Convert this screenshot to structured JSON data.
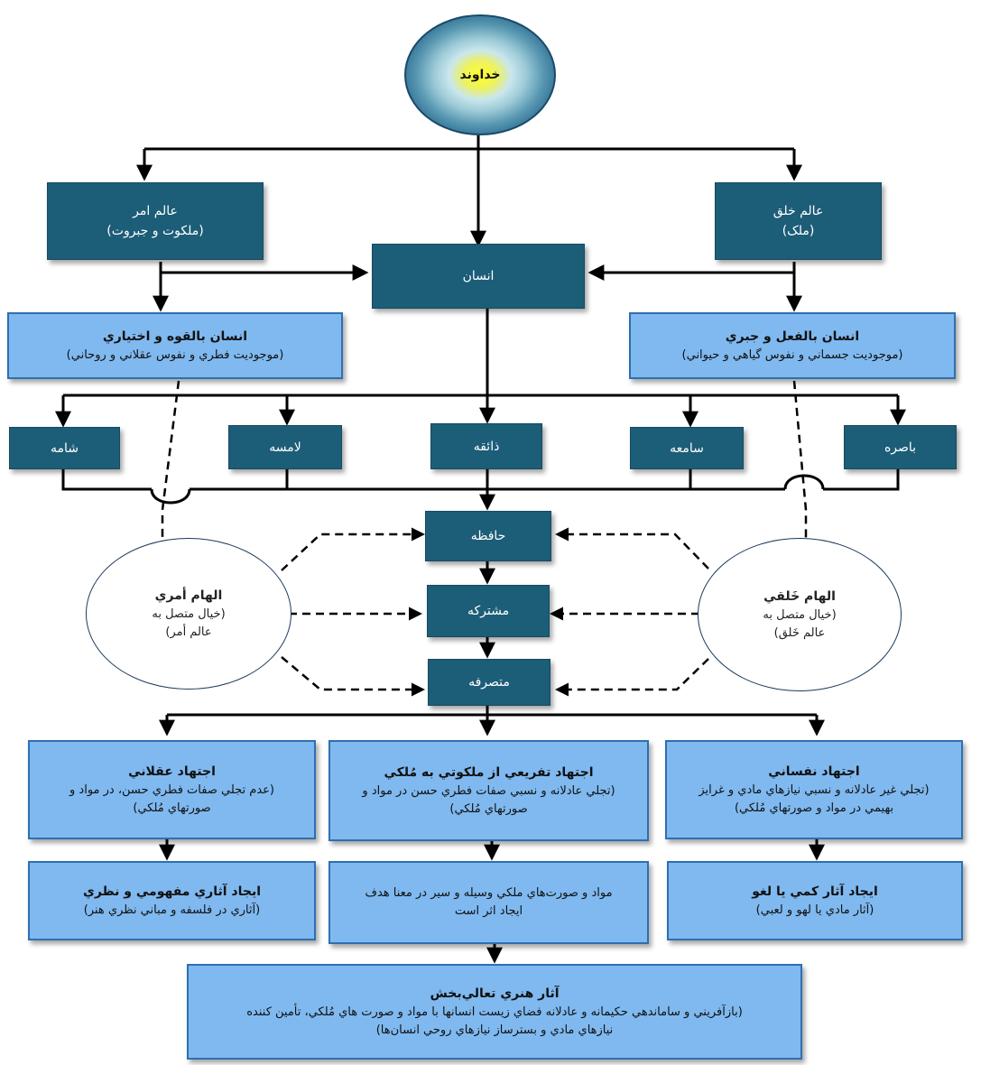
{
  "diagram": {
    "god": "خداوند",
    "alam_amr": {
      "title": "عالم امر",
      "sub": "(ملكوت و جبروت)"
    },
    "alam_khalq": {
      "title": "عالم خلق",
      "sub": "(ملک)"
    },
    "ensan": "انسان",
    "ensan_bel_quwwa": {
      "title": "انسان بالقوه و اختياري",
      "sub": "(موجوديت فطري و نفوس عقلاني و روحاني)"
    },
    "ensan_bel_fel": {
      "title": "انسان بالفعل و جبري",
      "sub": "(موجوديت جسماني و نفوس گياهي و حيواني)"
    },
    "senses": {
      "shameh": "شامه",
      "lameseh": "لامسه",
      "zaeqeh": "ذائقه",
      "sameeh": "سامعه",
      "baserah": "باصره"
    },
    "hafezeh": "حافظه",
    "moshtarakeh": "مشتركه",
    "motasarefeh": "متصرفه",
    "elham_amri": {
      "title": "الهام أمري",
      "sub1": "(خيال متصل به",
      "sub2": "عالم أمر)"
    },
    "elham_khalqi": {
      "title": "الهام خَلقي",
      "sub1": "(خيال متصل به",
      "sub2": "عالم خَلق)"
    },
    "ejtehad_aqlani": {
      "title": "اجتهاد عقلاني",
      "sub1": "(عدم تجلي صفات فطري حسن، در مواد و",
      "sub2": "صورتهاي مُلكي)"
    },
    "ejtehad_tafrii": {
      "title": "اجتهاد تفريعي از ملكوتي به مُلكي",
      "sub1": "(تجلي عادلانه و نسبي صفات فطري حسن در مواد و",
      "sub2": "صورتهاي مُلكي)"
    },
    "ejtehad_nafsani": {
      "title": "اجتهاد نفساني",
      "sub1": "(تجلي غير عادلانه و نسبي نيازهاي مادي و غرايز",
      "sub2": "بهيمي در مواد و صورتهاي مُلكي)"
    },
    "ijad_mafhumi": {
      "title": "ايجاد آثاري مفهومي و نظري",
      "sub": "(آثاري در فلسفه و مباني نظري هنر)"
    },
    "mavad": {
      "line1": "مواد و صورت‌هاي ملكي وسيله و سير در معنا هدف",
      "line2": "ايجاد اثر است"
    },
    "ijad_kami": {
      "title": "ايجاد آثار كمي يا لغو",
      "sub": "(آثار مادي يا لهو و لعبي)"
    },
    "asar_honari": {
      "title": "آثار هنري تعالي‌بخش",
      "sub1": "(بازآفريني و ساماندهي حكيمانه و عادلانه فضاي زيست انسانها با مواد و صورت هاي مُلكي، تأمين كننده",
      "sub2": "نيازهاي مادي و بسترساز نيازهاي روحي انسان‌ها)"
    }
  },
  "colors": {
    "dark_box": "#1c5d78",
    "light_box": "#7fb9f0",
    "light_border": "#2e6fb0",
    "line": "#000000"
  }
}
